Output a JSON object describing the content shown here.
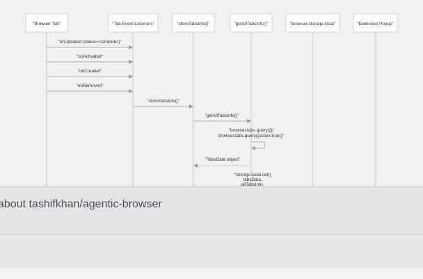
{
  "diagram": {
    "participants": [
      "\"Browser Tab\"",
      "\"Tab Event Listeners\"",
      "\"storeTabsInfo()\"",
      "\"getAllTabsInfo()\"",
      "\"browser.storage.local\"",
      "\"Extension Popup\""
    ],
    "messages": {
      "on_updated": "\"onUpdated (status='complete')\"",
      "on_activated": "\"onActivated\"",
      "on_created": "\"onCreated\"",
      "on_removed": "\"onRemoved\"",
      "store_tabs_info": "\"storeTabsInfo()\"",
      "get_all_tabs_info": "\"getAllTabsInfo()\"",
      "browser_query_line1": "\"browser.tabs.query({})",
      "browser_query_line2": "browser.tabs.query({active:true})\"",
      "tabs_data_object": "\"TabsData object\"",
      "storage_set_line1": "\"storage.local.set({",
      "storage_set_line2": "tabsData,",
      "storage_set_line3": "allTabsInfo,"
    }
  },
  "overlay": {
    "title": "about tashifkhan/agentic-browser"
  },
  "colors": {
    "background": "#f2f1f0",
    "box_fill": "#ffffff",
    "box_border": "#cccccc",
    "line": "#999999",
    "text": "#333333",
    "overlay": "#e2e3e5",
    "overlay_accent": "#d7d3f7"
  }
}
